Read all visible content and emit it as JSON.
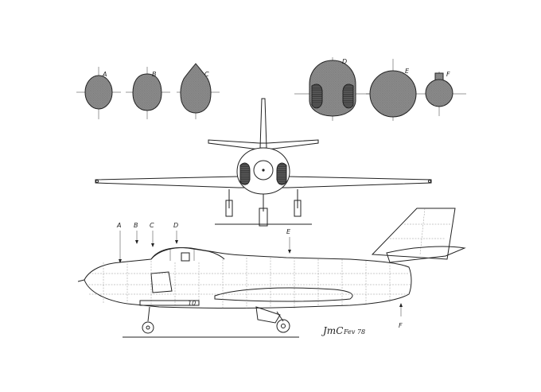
{
  "section_labels": {
    "a": "A",
    "b": "B",
    "c": "C",
    "d": "D",
    "e": "E",
    "f": "F"
  },
  "side_labels": {
    "a": "A",
    "b": "B",
    "c": "C",
    "d": "D",
    "e": "E",
    "f": "F"
  },
  "signature": {
    "initials": "JmC",
    "date": "Fev 78"
  },
  "colors": {
    "ink": "#222222",
    "paper": "#ffffff",
    "hatch": "#555555"
  }
}
